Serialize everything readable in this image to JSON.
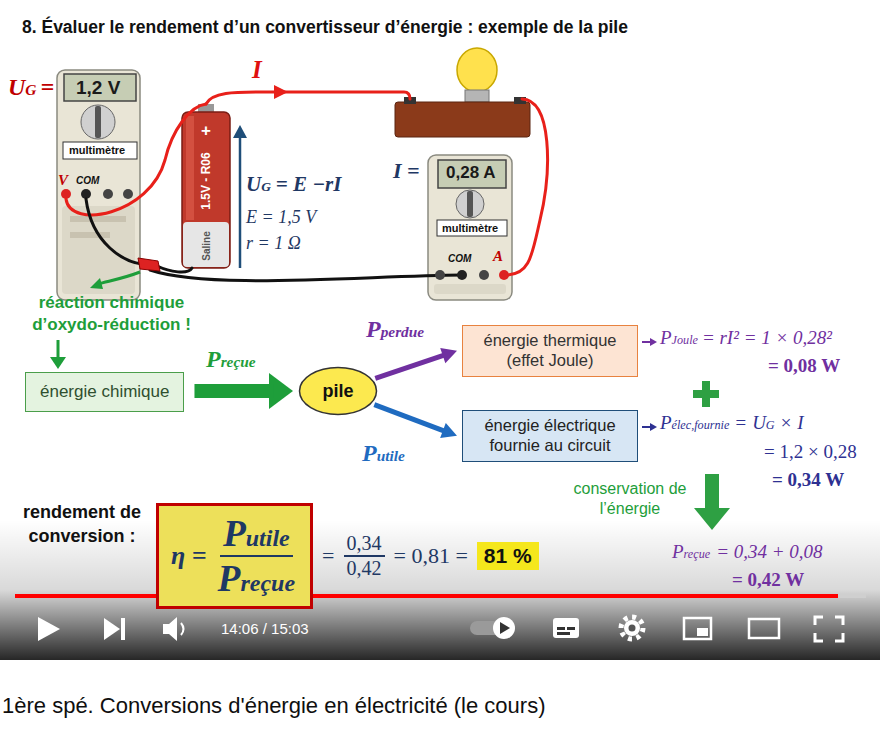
{
  "diagram": {
    "title": "8. Évaluer le rendement d’un convertisseur d’énergie : exemple de la pile",
    "caption": "1ère spé. Conversions d'énergie en électricité (le cours)",
    "nodes": [
      {
        "text": [
          "énergie chimique"
        ]
      },
      {
        "text": [
          "pile"
        ]
      },
      {
        "text": [
          "énergie thermique (effet Joule)"
        ]
      },
      {
        "text": [
          "énergie électrique fournie au circuit"
        ]
      },
      {
        "text": [
          "η =",
          "Putile",
          "Preçue"
        ]
      },
      {
        "text": [
          "81 %"
        ]
      }
    ],
    "edges": [
      {
        "from": 0,
        "to": 1,
        "arrow": "to",
        "label": "Preçue"
      },
      {
        "from": 1,
        "to": 2,
        "arrow": "to",
        "label": "Pperdue"
      },
      {
        "from": 1,
        "to": 3,
        "arrow": "to",
        "label": "Putile"
      }
    ],
    "labels": [
      "UG",
      "=",
      "1,2 V",
      "multimètre",
      "V",
      "COM",
      "I",
      "+",
      "1.5V - R06",
      "Saline",
      "UG",
      "= E −rI",
      "E = 1,5 V",
      "r = 1 Ω",
      "I =",
      "0,28 A",
      "multimètre",
      "COM",
      "A",
      "réaction chimique d’oxydo-réduction !",
      "PJoule",
      "= rI² = 1 × 0,28²",
      "= 0,08 W",
      "Pélec,fournie",
      "=",
      "UG",
      "× I",
      "= 1,2 × 0,28",
      "= 0,34 W",
      "conservation de l’énergie",
      "Preçue",
      "= 0,34 + 0,08",
      "= 0,42 W",
      "rendement de conversion :",
      "=",
      "0,34",
      "0,42",
      "= 0,81 =",
      "14:06 / 15:03"
    ]
  }
}
